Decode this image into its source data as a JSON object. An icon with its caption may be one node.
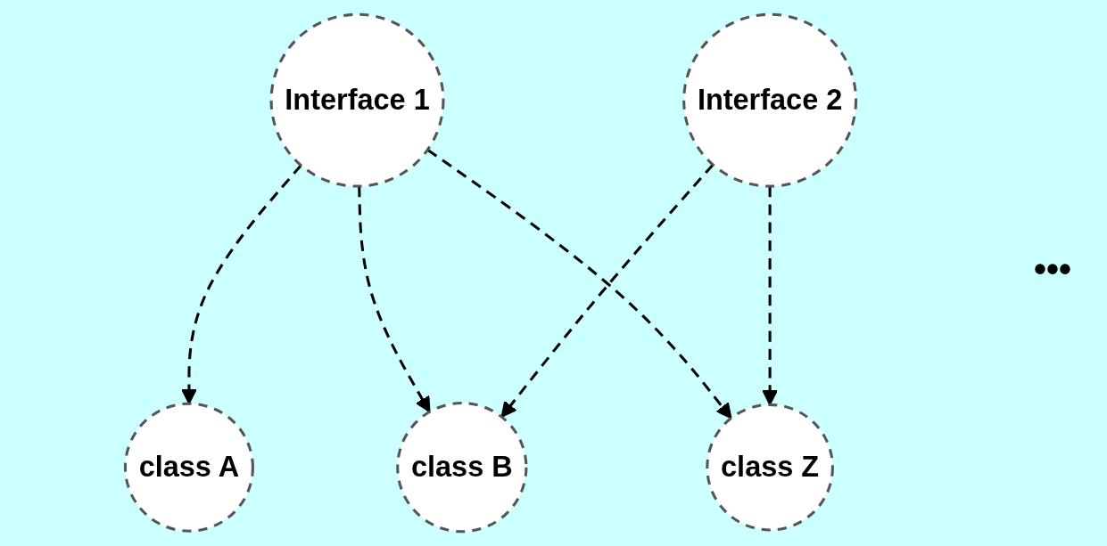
{
  "diagram": {
    "nodes": [
      {
        "text": [
          "Interface 1"
        ]
      },
      {
        "text": [
          "Interface 2"
        ]
      },
      {
        "text": [
          "class A"
        ]
      },
      {
        "text": [
          "class B"
        ]
      },
      {
        "text": [
          "class Z"
        ]
      }
    ],
    "edges": [
      {
        "from": 0,
        "to": 2,
        "arrow": "to",
        "style": "dashed"
      },
      {
        "from": 0,
        "to": 3,
        "arrow": "to",
        "style": "dashed"
      },
      {
        "from": 0,
        "to": 4,
        "arrow": "to",
        "style": "dashed"
      },
      {
        "from": 1,
        "to": 3,
        "arrow": "to",
        "style": "dashed"
      },
      {
        "from": 1,
        "to": 4,
        "arrow": "to",
        "style": "dashed"
      }
    ],
    "labels": [
      "•••"
    ]
  }
}
